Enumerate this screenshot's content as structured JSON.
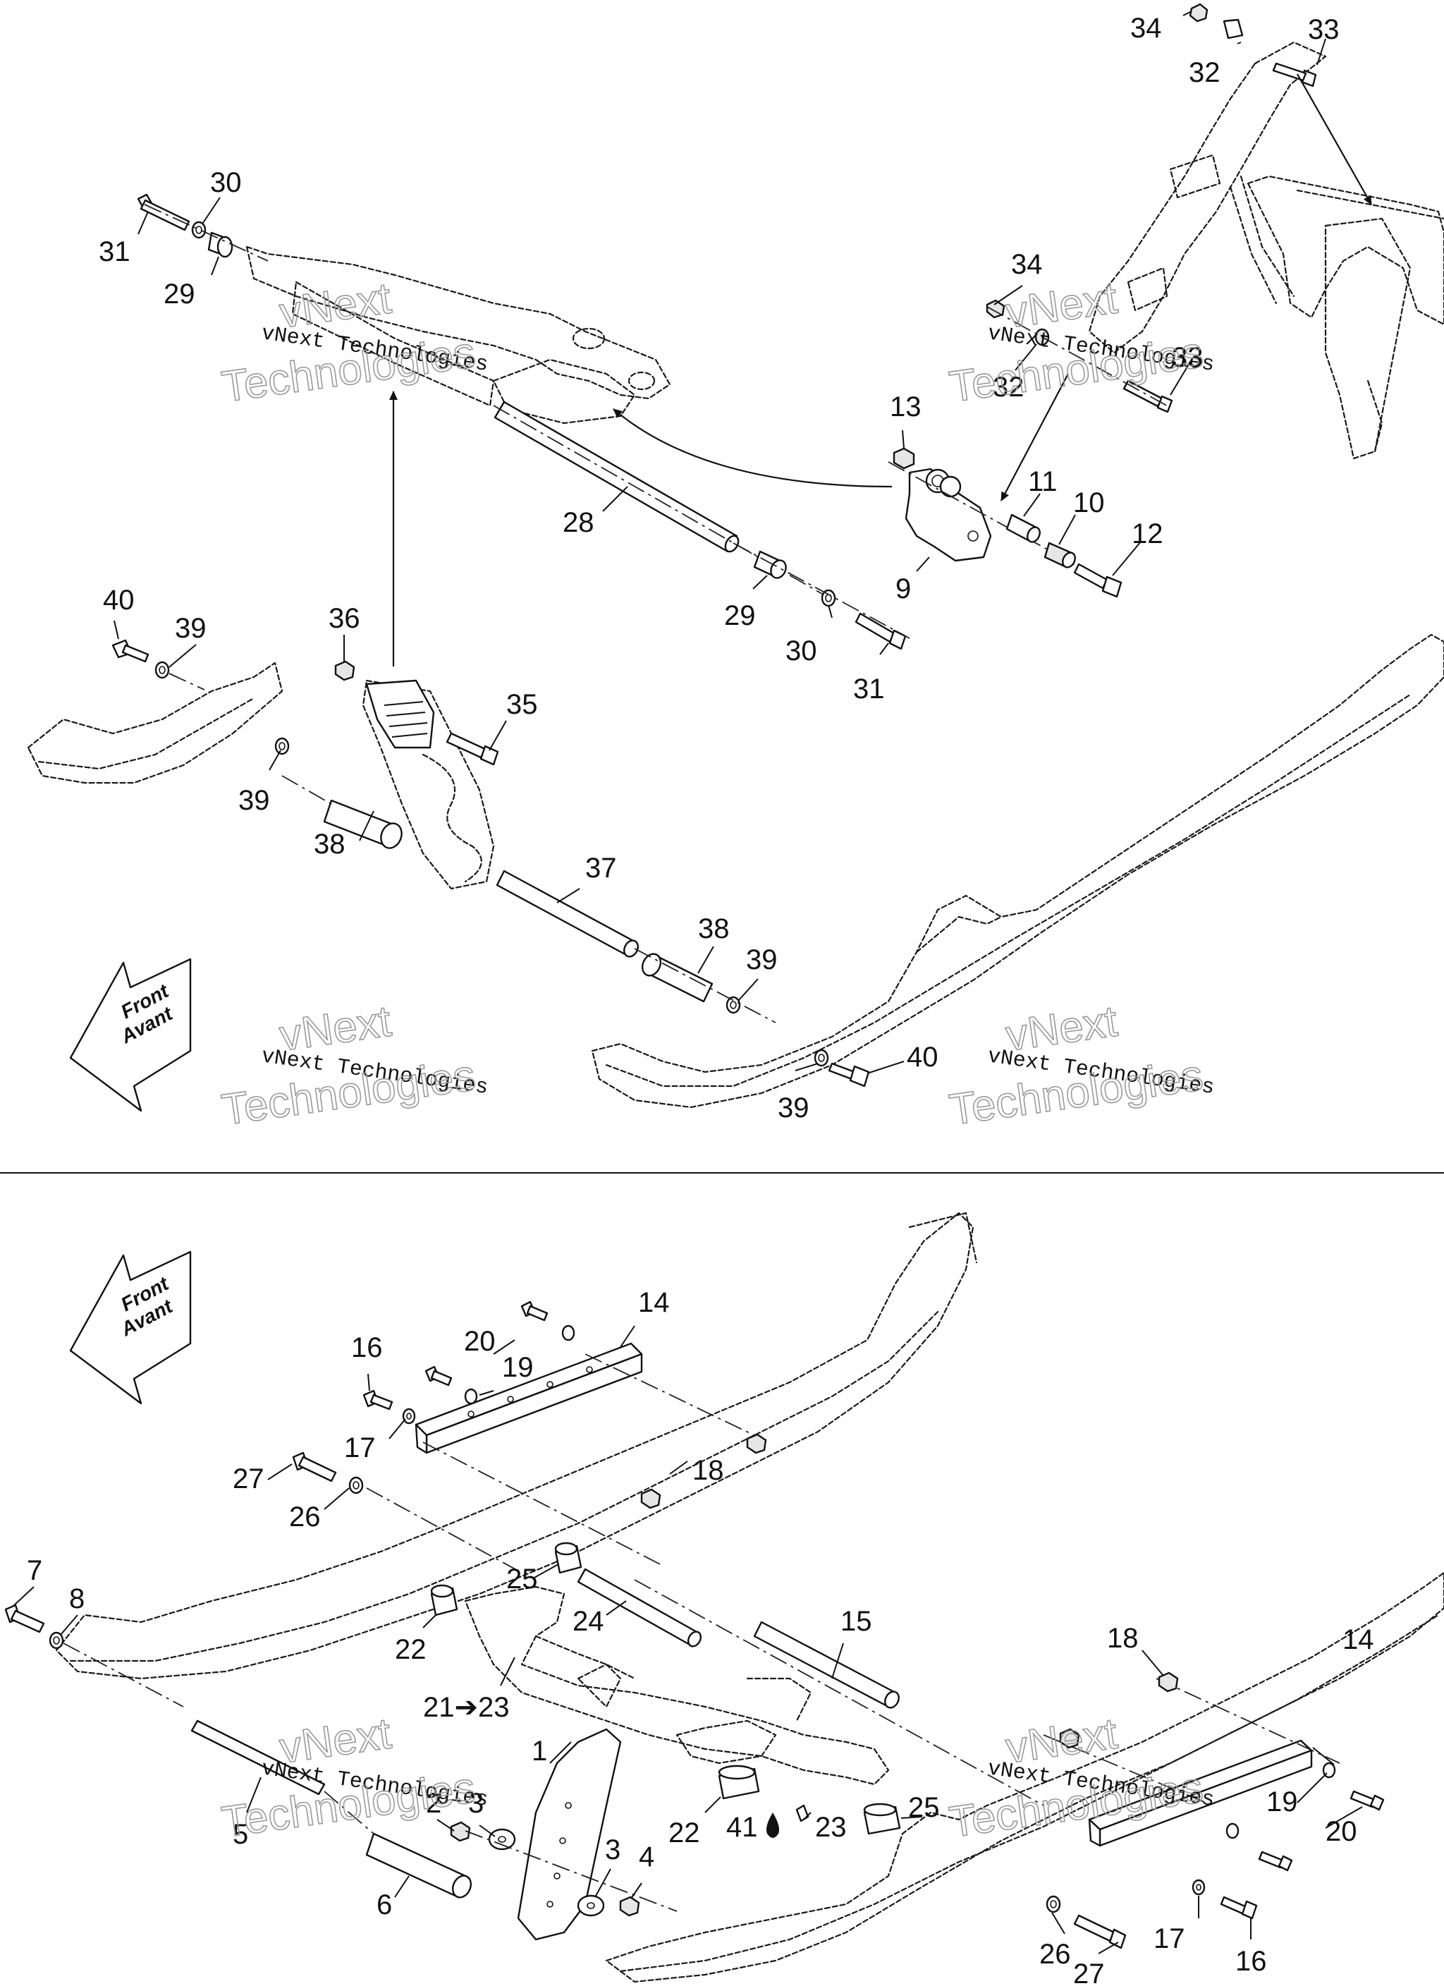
{
  "watermark": {
    "line1": "vNext",
    "line2": "vNext Technologies",
    "line3": "Technologies"
  },
  "front_arrow": {
    "line1": "Front",
    "line2": "Avant"
  },
  "callouts": {
    "p34a": "34",
    "p33a": "33",
    "p32a": "32",
    "p30a": "30",
    "p31a": "31",
    "p29a": "29",
    "p34b": "34",
    "p32b": "32",
    "p33b": "33",
    "p13": "13",
    "p11": "11",
    "p10": "10",
    "p12": "12",
    "p9": "9",
    "p28": "28",
    "p29b": "29",
    "p30b": "30",
    "p31b": "31",
    "p40a": "40",
    "p39a": "39",
    "p36": "36",
    "p35": "35",
    "p39b": "39",
    "p38a": "38",
    "p37": "37",
    "p38b": "38",
    "p39c": "39",
    "p40b": "40",
    "p39d": "39",
    "p14a": "14",
    "p20a": "20",
    "p19a": "19",
    "p16a": "16",
    "p17a": "17",
    "p27a": "27",
    "p26a": "26",
    "p18a": "18",
    "p7": "7",
    "p8": "8",
    "p25a": "25",
    "p24": "24",
    "p15": "15",
    "p22a": "22",
    "p21_23": "21➔23",
    "p1": "1",
    "p22b": "22",
    "p25b": "25",
    "p2": "2",
    "p3a": "3",
    "p5": "5",
    "p41": "41",
    "p23": "23",
    "p3b": "3",
    "p4": "4",
    "p6": "6",
    "p18b": "18",
    "p14b": "14",
    "p19b": "19",
    "p20b": "20",
    "p26b": "26",
    "p17b": "17",
    "p16b": "16",
    "p27b": "27"
  }
}
